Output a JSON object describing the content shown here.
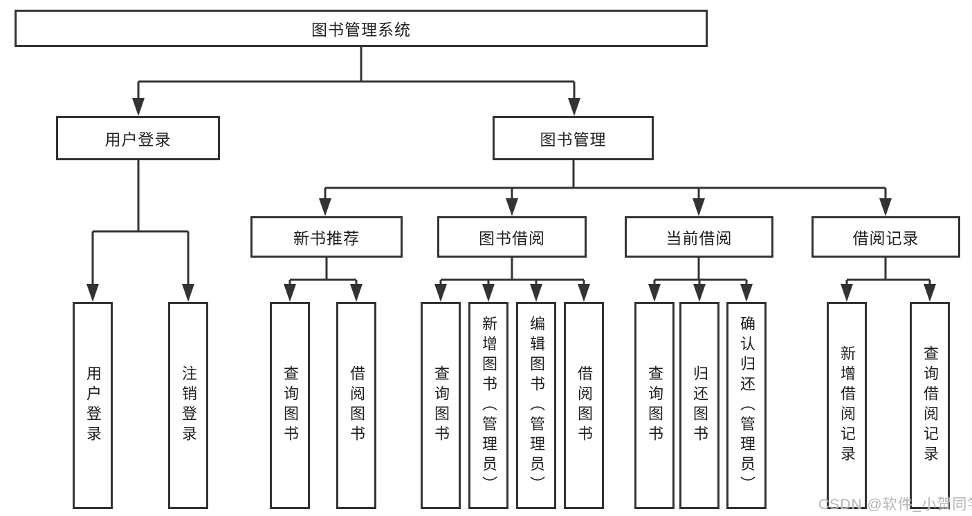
{
  "title": "图书管理系统",
  "level2": [
    {
      "label": "用户登录"
    },
    {
      "label": "图书管理"
    }
  ],
  "level3": [
    {
      "label": "新书推荐"
    },
    {
      "label": "图书借阅"
    },
    {
      "label": "当前借阅"
    },
    {
      "label": "借阅记录"
    }
  ],
  "leaves": [
    {
      "parent": "用户登录",
      "label": "用户登录"
    },
    {
      "parent": "用户登录",
      "label": "注销登录"
    },
    {
      "parent": "新书推荐",
      "label": "查询图书"
    },
    {
      "parent": "新书推荐",
      "label": "借阅图书"
    },
    {
      "parent": "图书借阅",
      "label": "查询图书"
    },
    {
      "parent": "图书借阅",
      "label": "新增图书（管理员）"
    },
    {
      "parent": "图书借阅",
      "label": "编辑图书（管理员）"
    },
    {
      "parent": "图书借阅",
      "label": "借阅图书"
    },
    {
      "parent": "当前借阅",
      "label": "查询图书"
    },
    {
      "parent": "当前借阅",
      "label": "归还图书"
    },
    {
      "parent": "当前借阅",
      "label": "确认归还（管理员）"
    },
    {
      "parent": "借阅记录",
      "label": "新增借阅记录"
    },
    {
      "parent": "借阅记录",
      "label": "查询借阅记录"
    }
  ],
  "watermark": "CSDN @软件_小贺同学",
  "colors": {
    "line": "#333333",
    "text": "#1f1f1f",
    "watermark": "#b5b5b5",
    "background": "#ffffff"
  }
}
